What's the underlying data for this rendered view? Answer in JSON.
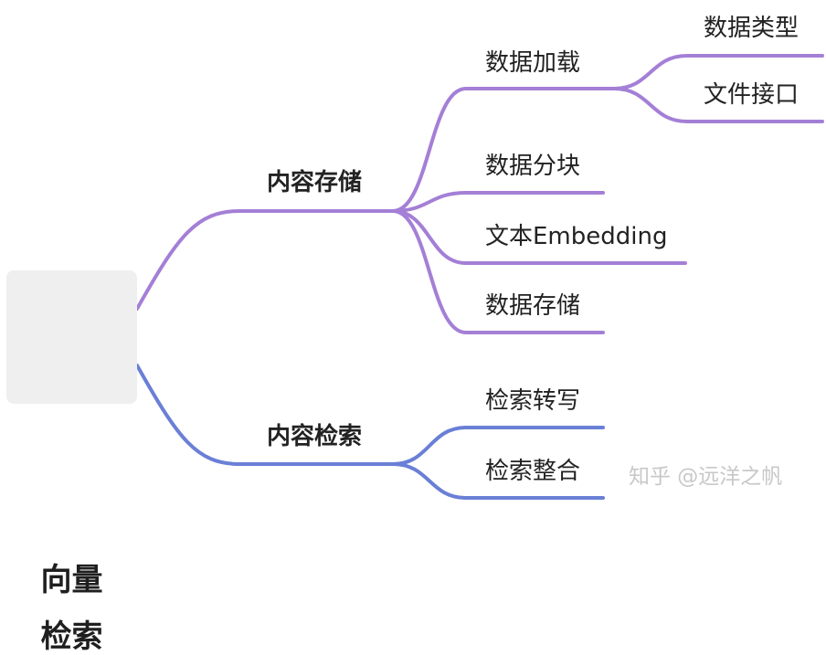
{
  "diagram": {
    "root": {
      "line1": "向量",
      "line2": "检索"
    },
    "branches": [
      {
        "label": "内容存储",
        "color": "#a47fd6",
        "children": [
          {
            "label": "数据加载",
            "children": [
              {
                "label": "数据类型"
              },
              {
                "label": "文件接口"
              }
            ]
          },
          {
            "label": "数据分块"
          },
          {
            "label": "文本Embedding"
          },
          {
            "label": "数据存储"
          }
        ]
      },
      {
        "label": "内容检索",
        "color": "#6a7fd6",
        "children": [
          {
            "label": "检索转写"
          },
          {
            "label": "检索整合"
          }
        ]
      }
    ]
  },
  "watermark": "知乎 @远洋之帆"
}
